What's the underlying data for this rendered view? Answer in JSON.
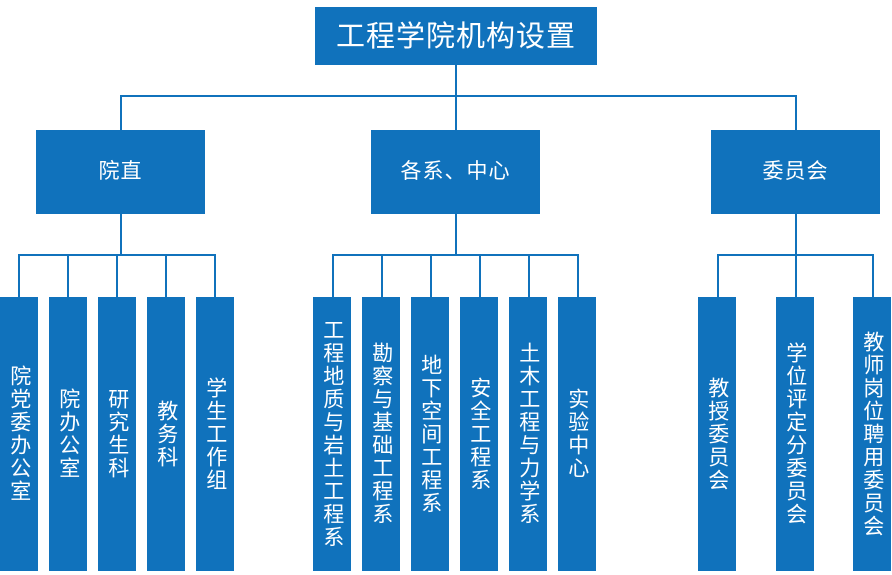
{
  "title": "工程学院机构设置",
  "chart_data": {
    "type": "diagram",
    "diagram_kind": "organization-chart",
    "title": "工程学院机构设置",
    "orientation": "top-down",
    "accent_color": "#1072BC",
    "text_color": "#FFFFFF",
    "background_color": "#FFFFFF",
    "levels": 3,
    "root": {
      "label": "工程学院机构设置"
    },
    "branches": [
      {
        "label": "院直",
        "children": [
          "院党委办公室",
          "院办公室",
          "研究生科",
          "教务科",
          "学生工作组"
        ]
      },
      {
        "label": "各系、中心",
        "children": [
          "工程地质与岩土工程系",
          "勘察与基础工程系",
          "地下空间工程系",
          "安全工程系",
          "土木工程与力学系",
          "实验中心"
        ]
      },
      {
        "label": "委员会",
        "children": [
          "教授委员会",
          "学位评定分委员会",
          "教师岗位聘用委员会"
        ]
      }
    ]
  },
  "nodes": {
    "root": "工程学院机构设置",
    "group1": {
      "label": "院直",
      "leaves": [
        "院党委办公室",
        "院办公室",
        "研究生科",
        "教务科",
        "学生工作组"
      ]
    },
    "group2": {
      "label": "各系、中心",
      "leaves": [
        "工程地质与岩土工程系",
        "勘察与基础工程系",
        "地下空间工程系",
        "安全工程系",
        "土木工程与力学系",
        "实验中心"
      ]
    },
    "group3": {
      "label": "委员会",
      "leaves": [
        "教授委员会",
        "学位评定分委员会",
        "教师岗位聘用委员会"
      ]
    }
  }
}
